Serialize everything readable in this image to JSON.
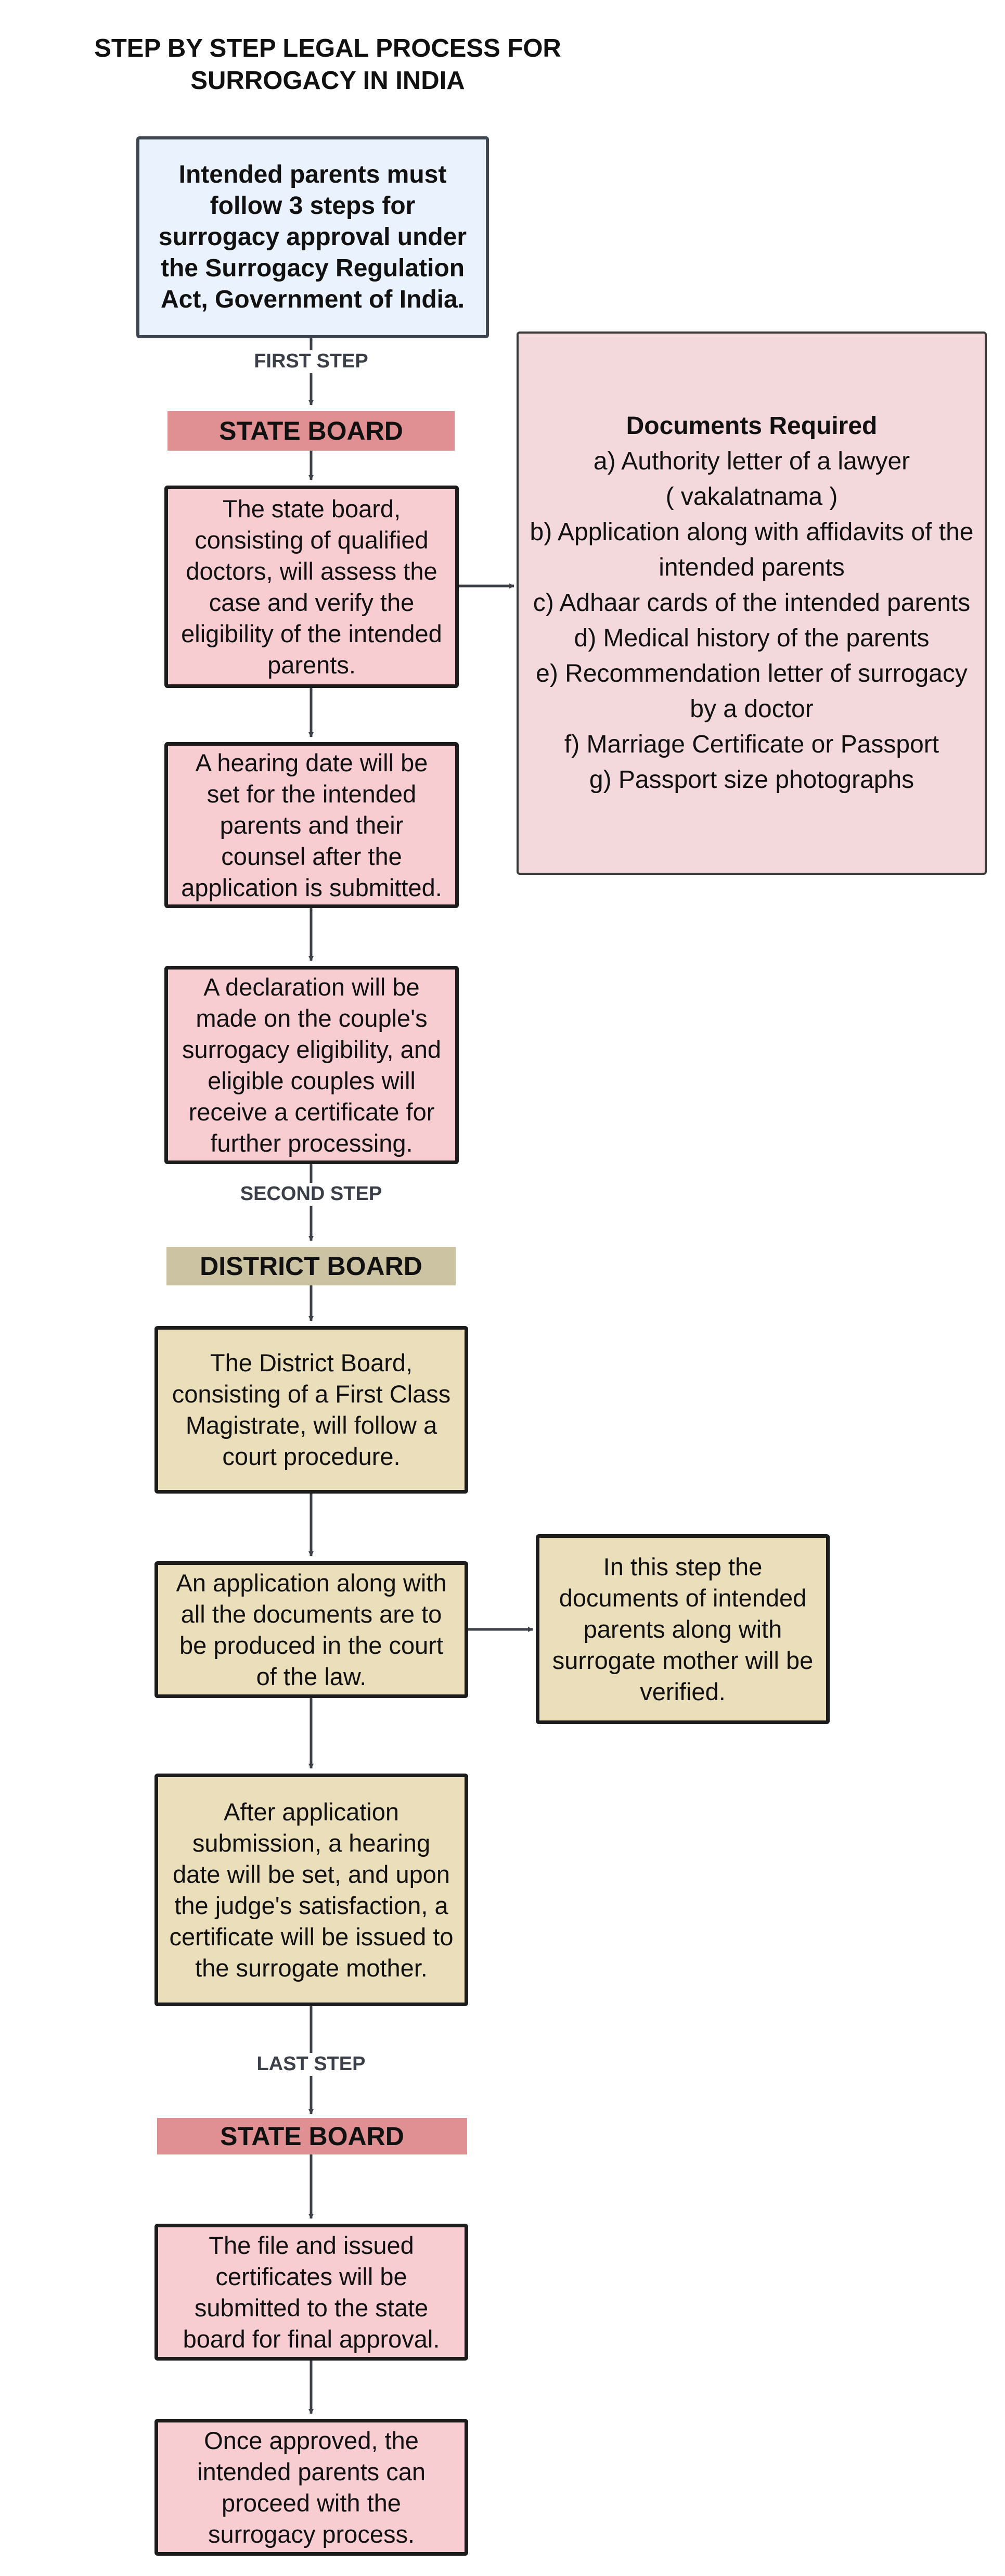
{
  "title": "STEP BY STEP LEGAL PROCESS FOR SURROGACY IN INDIA",
  "intro": "Intended parents must follow 3 steps for surrogacy approval under the Surrogacy Regulation Act, Government of India.",
  "steps": {
    "first": "FIRST STEP",
    "second": "SECOND STEP",
    "last": "LAST STEP"
  },
  "bands": {
    "state_board_1": "STATE BOARD",
    "district_board": "DISTRICT BOARD",
    "state_board_2": "STATE BOARD"
  },
  "boxes": {
    "state_assess": "The state board, consisting of qualified doctors, will assess the case and verify the eligibility of the intended parents.",
    "hearing_date": "A hearing date will be set for the intended parents and their counsel after the application is submitted.",
    "declaration": "A declaration will be made on the couple's surrogacy eligibility, and eligible couples will receive a certificate for further processing.",
    "district_court": "The District Board, consisting of a First Class Magistrate, will follow a court procedure.",
    "application_court": "An application along with all the documents are to be produced in the court of the law.",
    "verification": "In this step the documents of intended parents along with surrogate mother will be verified.",
    "judge_certificate": "After application submission, a hearing date will be set, and upon the judge's satisfaction, a certificate will be issued to the surrogate mother.",
    "final_submission": "The file and issued certificates will be submitted to the state board for final approval.",
    "proceed": "Once approved, the intended parents can proceed with the surrogacy process."
  },
  "documents": {
    "heading": "Documents Required",
    "items": [
      "a) Authority letter of a lawyer",
      "( vakalatnama )",
      "b) Application along with affidavits of the intended parents",
      "c) Adhaar cards of the intended parents",
      "d) Medical history of the parents",
      "e) Recommendation letter of surrogacy by a doctor",
      "f) Marriage Certificate or Passport",
      "g) Passport size photographs"
    ]
  },
  "colors": {
    "pink_box": "#f7cdd1",
    "pink_band": "#e09092",
    "tan_box": "#ebdfbb",
    "tan_band": "#cbc3a1",
    "intro_fill": "#eaf3fd",
    "docs_fill": "#f4d9dc",
    "connector": "#3b3f47"
  }
}
